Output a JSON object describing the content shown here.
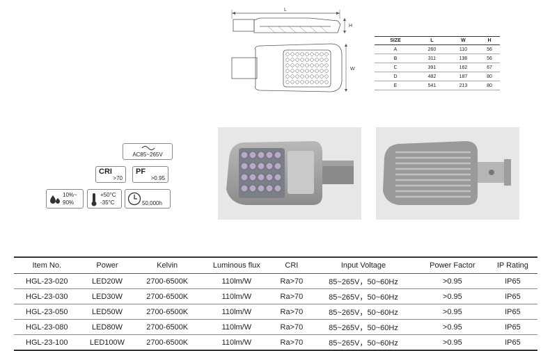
{
  "dimension_labels": {
    "length": "L",
    "height": "H",
    "width": "W"
  },
  "size_table": {
    "headers": [
      "SIZE",
      "L",
      "W",
      "H"
    ],
    "rows": [
      [
        "A",
        "260",
        "110",
        "56"
      ],
      [
        "B",
        "311",
        "136",
        "56"
      ],
      [
        "C",
        "391",
        "162",
        "67"
      ],
      [
        "D",
        "482",
        "187",
        "80"
      ],
      [
        "E",
        "541",
        "213",
        "80"
      ]
    ]
  },
  "badges": {
    "voltage": "AC85~265V",
    "cri_title": "CRI",
    "cri_value": ">70",
    "pf_title": "PF",
    "pf_value": ">0.95",
    "humidity_line1": "10%~",
    "humidity_line2": "90%",
    "temp_high": "+50°C",
    "temp_low": "-35°C",
    "lifetime": "50,000h"
  },
  "product_table": {
    "headers": [
      "Item No.",
      "Power",
      "Kelvin",
      "Luminous flux",
      "CRI",
      "Input Voltage",
      "Power Factor",
      "IP Rating"
    ],
    "rows": [
      [
        "HGL-23-020",
        "LED20W",
        "2700-6500K",
        "110lm/W",
        "Ra>70",
        "85~265V，50~60Hz",
        ">0.95",
        "IP65"
      ],
      [
        "HGL-23-030",
        "LED30W",
        "2700-6500K",
        "110lm/W",
        "Ra>70",
        "85~265V，50~60Hz",
        ">0.95",
        "IP65"
      ],
      [
        "HGL-23-050",
        "LED50W",
        "2700-6500K",
        "110lm/W",
        "Ra>70",
        "85~265V，50~60Hz",
        ">0.95",
        "IP65"
      ],
      [
        "HGL-23-080",
        "LED80W",
        "2700-6500K",
        "110lm/W",
        "Ra>70",
        "85~265V，50~60Hz",
        ">0.95",
        "IP65"
      ],
      [
        "HGL-23-100",
        "LED100W",
        "2700-6500K",
        "110lm/W",
        "Ra>70",
        "85~265V，50~60Hz",
        ">0.95",
        "IP65"
      ]
    ]
  }
}
